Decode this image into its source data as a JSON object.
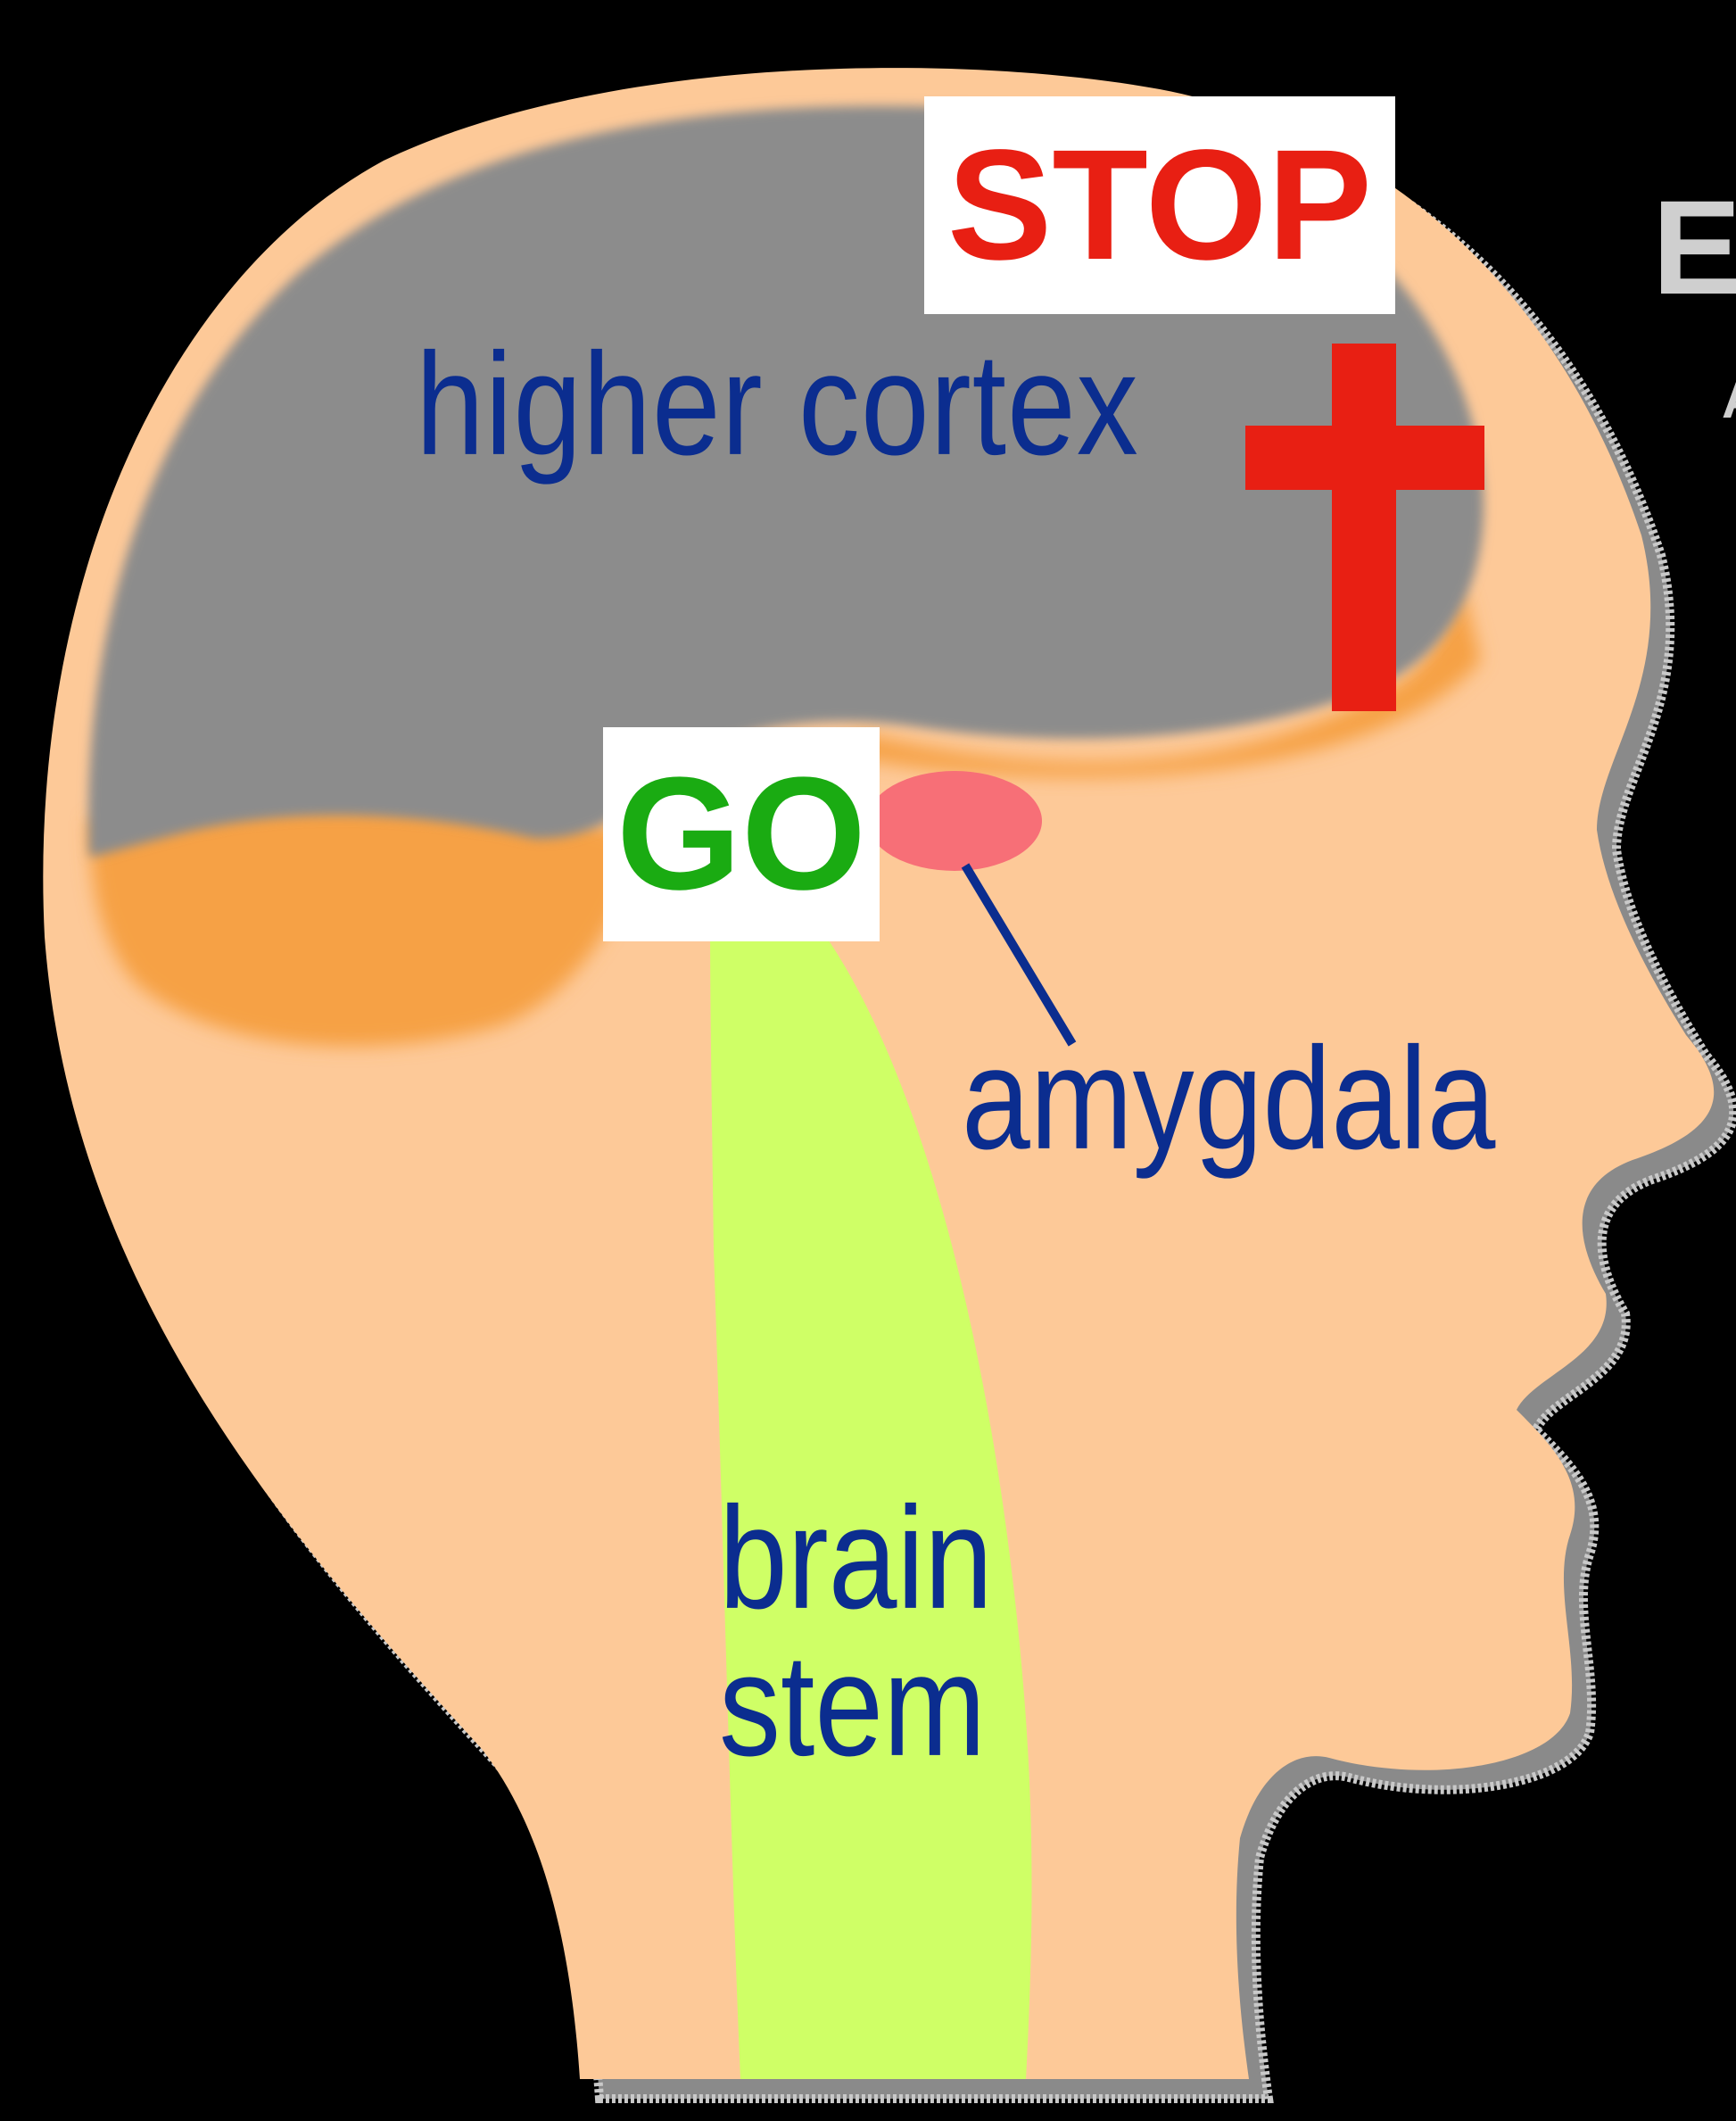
{
  "labels": {
    "higher_cortex": "higher cortex",
    "amygdala": "amygdala",
    "brain": "brain",
    "stem": "stem"
  },
  "signals": {
    "stop": "STOP",
    "go": "GO"
  },
  "cropped_edge_text": {
    "big_letter": "E",
    "small_letter": "A"
  },
  "colors": {
    "background": "#000000",
    "skin": "#fdc998",
    "cortex": "#8c8c8c",
    "orange_region": "#f6a144",
    "brainstem": "#cfff66",
    "amygdala": "#f76f77",
    "label_blue": "#0b2d8f",
    "stop_red": "#e81f13",
    "go_green": "#1aab12"
  }
}
